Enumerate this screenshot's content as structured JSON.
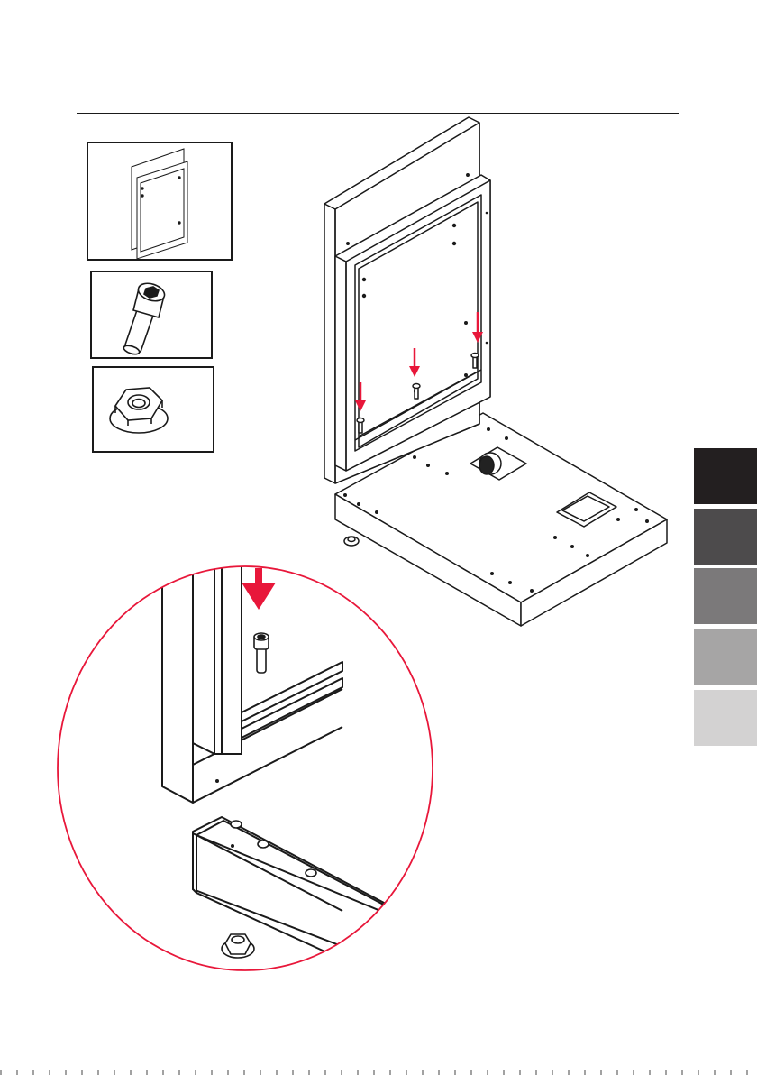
{
  "page": {
    "colors": {
      "line": "#1a1a1a",
      "accent": "#e8173a",
      "tab_shades": [
        "#231f20",
        "#4d4b4c",
        "#7b797a",
        "#a6a5a5",
        "#d3d2d2"
      ]
    }
  },
  "parts_list": [
    {
      "name": "side-panel-frame",
      "icon": "panel-icon"
    },
    {
      "name": "hex-socket-bolt",
      "icon": "bolt-icon"
    },
    {
      "name": "flange-nut",
      "icon": "nut-icon"
    }
  ],
  "section_tabs": [
    {
      "name": "tab-1",
      "shade": "#231f20"
    },
    {
      "name": "tab-2",
      "shade": "#4d4b4c"
    },
    {
      "name": "tab-3",
      "shade": "#7b797a"
    },
    {
      "name": "tab-4",
      "shade": "#a6a5a5"
    },
    {
      "name": "tab-5",
      "shade": "#d3d2d2"
    }
  ]
}
